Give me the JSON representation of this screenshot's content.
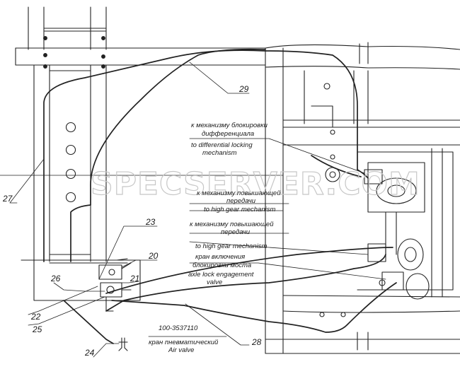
{
  "watermark": "SPECSERVER.COM",
  "callouts": [
    {
      "id": "29",
      "text": "29"
    },
    {
      "id": "27",
      "text": "27"
    },
    {
      "id": "23",
      "text": "23"
    },
    {
      "id": "20",
      "text": "20"
    },
    {
      "id": "26",
      "text": "26"
    },
    {
      "id": "21",
      "text": "21"
    },
    {
      "id": "22",
      "text": "22"
    },
    {
      "id": "25",
      "text": "25"
    },
    {
      "id": "24",
      "text": "24"
    },
    {
      "id": "28",
      "text": "28"
    }
  ],
  "annotations": {
    "diff_lock_ru_1": "к механизму блокировки",
    "diff_lock_ru_2": "дифференциала",
    "diff_lock_en_1": "to differential locking",
    "diff_lock_en_2": "mechanism",
    "high_gear_a_ru_1": "к механизму повышающей",
    "high_gear_a_ru_2": "передачи",
    "high_gear_a_en": "to high gear mechanism",
    "high_gear_b_ru_1": "к механизму повышающей",
    "high_gear_b_ru_2": "передачи",
    "high_gear_b_en": "to high gear mechanism",
    "axle_lock_ru_1": "кран включения",
    "axle_lock_ru_2": "блокировки моста",
    "axle_lock_en_1": "axle lock engagement",
    "axle_lock_en_2": "valve",
    "air_valve_part": "100-3537110",
    "air_valve_ru": "кран пневматический",
    "air_valve_en": "Air valve"
  }
}
